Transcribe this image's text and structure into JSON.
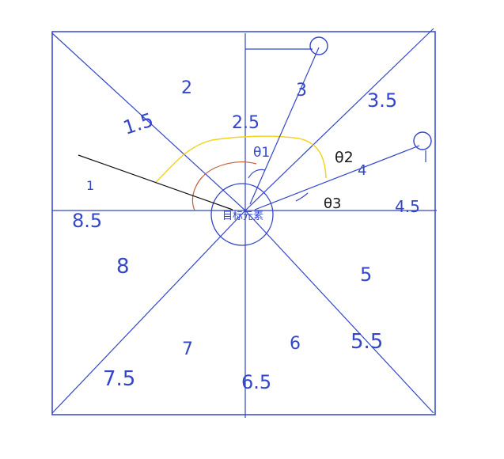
{
  "colors": {
    "grid_line": "#3346c8",
    "handwriting": "#3346c8",
    "theta_labels": "#1b1b1b",
    "arc_outer": "#f2d21a",
    "arc_inner": "#c0603a",
    "pointer_line": "#111111"
  },
  "center_label": "目标元素",
  "sector_labels": {
    "s1": "1",
    "s1_5": "1.5",
    "s2": "2",
    "s2_5": "2.5",
    "s3": "3",
    "s3_5": "3.5",
    "s4": "4",
    "s4_5": "4.5",
    "s5": "5",
    "s5_5": "5.5",
    "s6": "6",
    "s6_5": "6.5",
    "s7": "7",
    "s7_5": "7.5",
    "s8": "8",
    "s8_5": "8.5"
  },
  "angle_labels": {
    "theta1": "θ1",
    "theta2": "θ2",
    "theta3": "θ3"
  }
}
